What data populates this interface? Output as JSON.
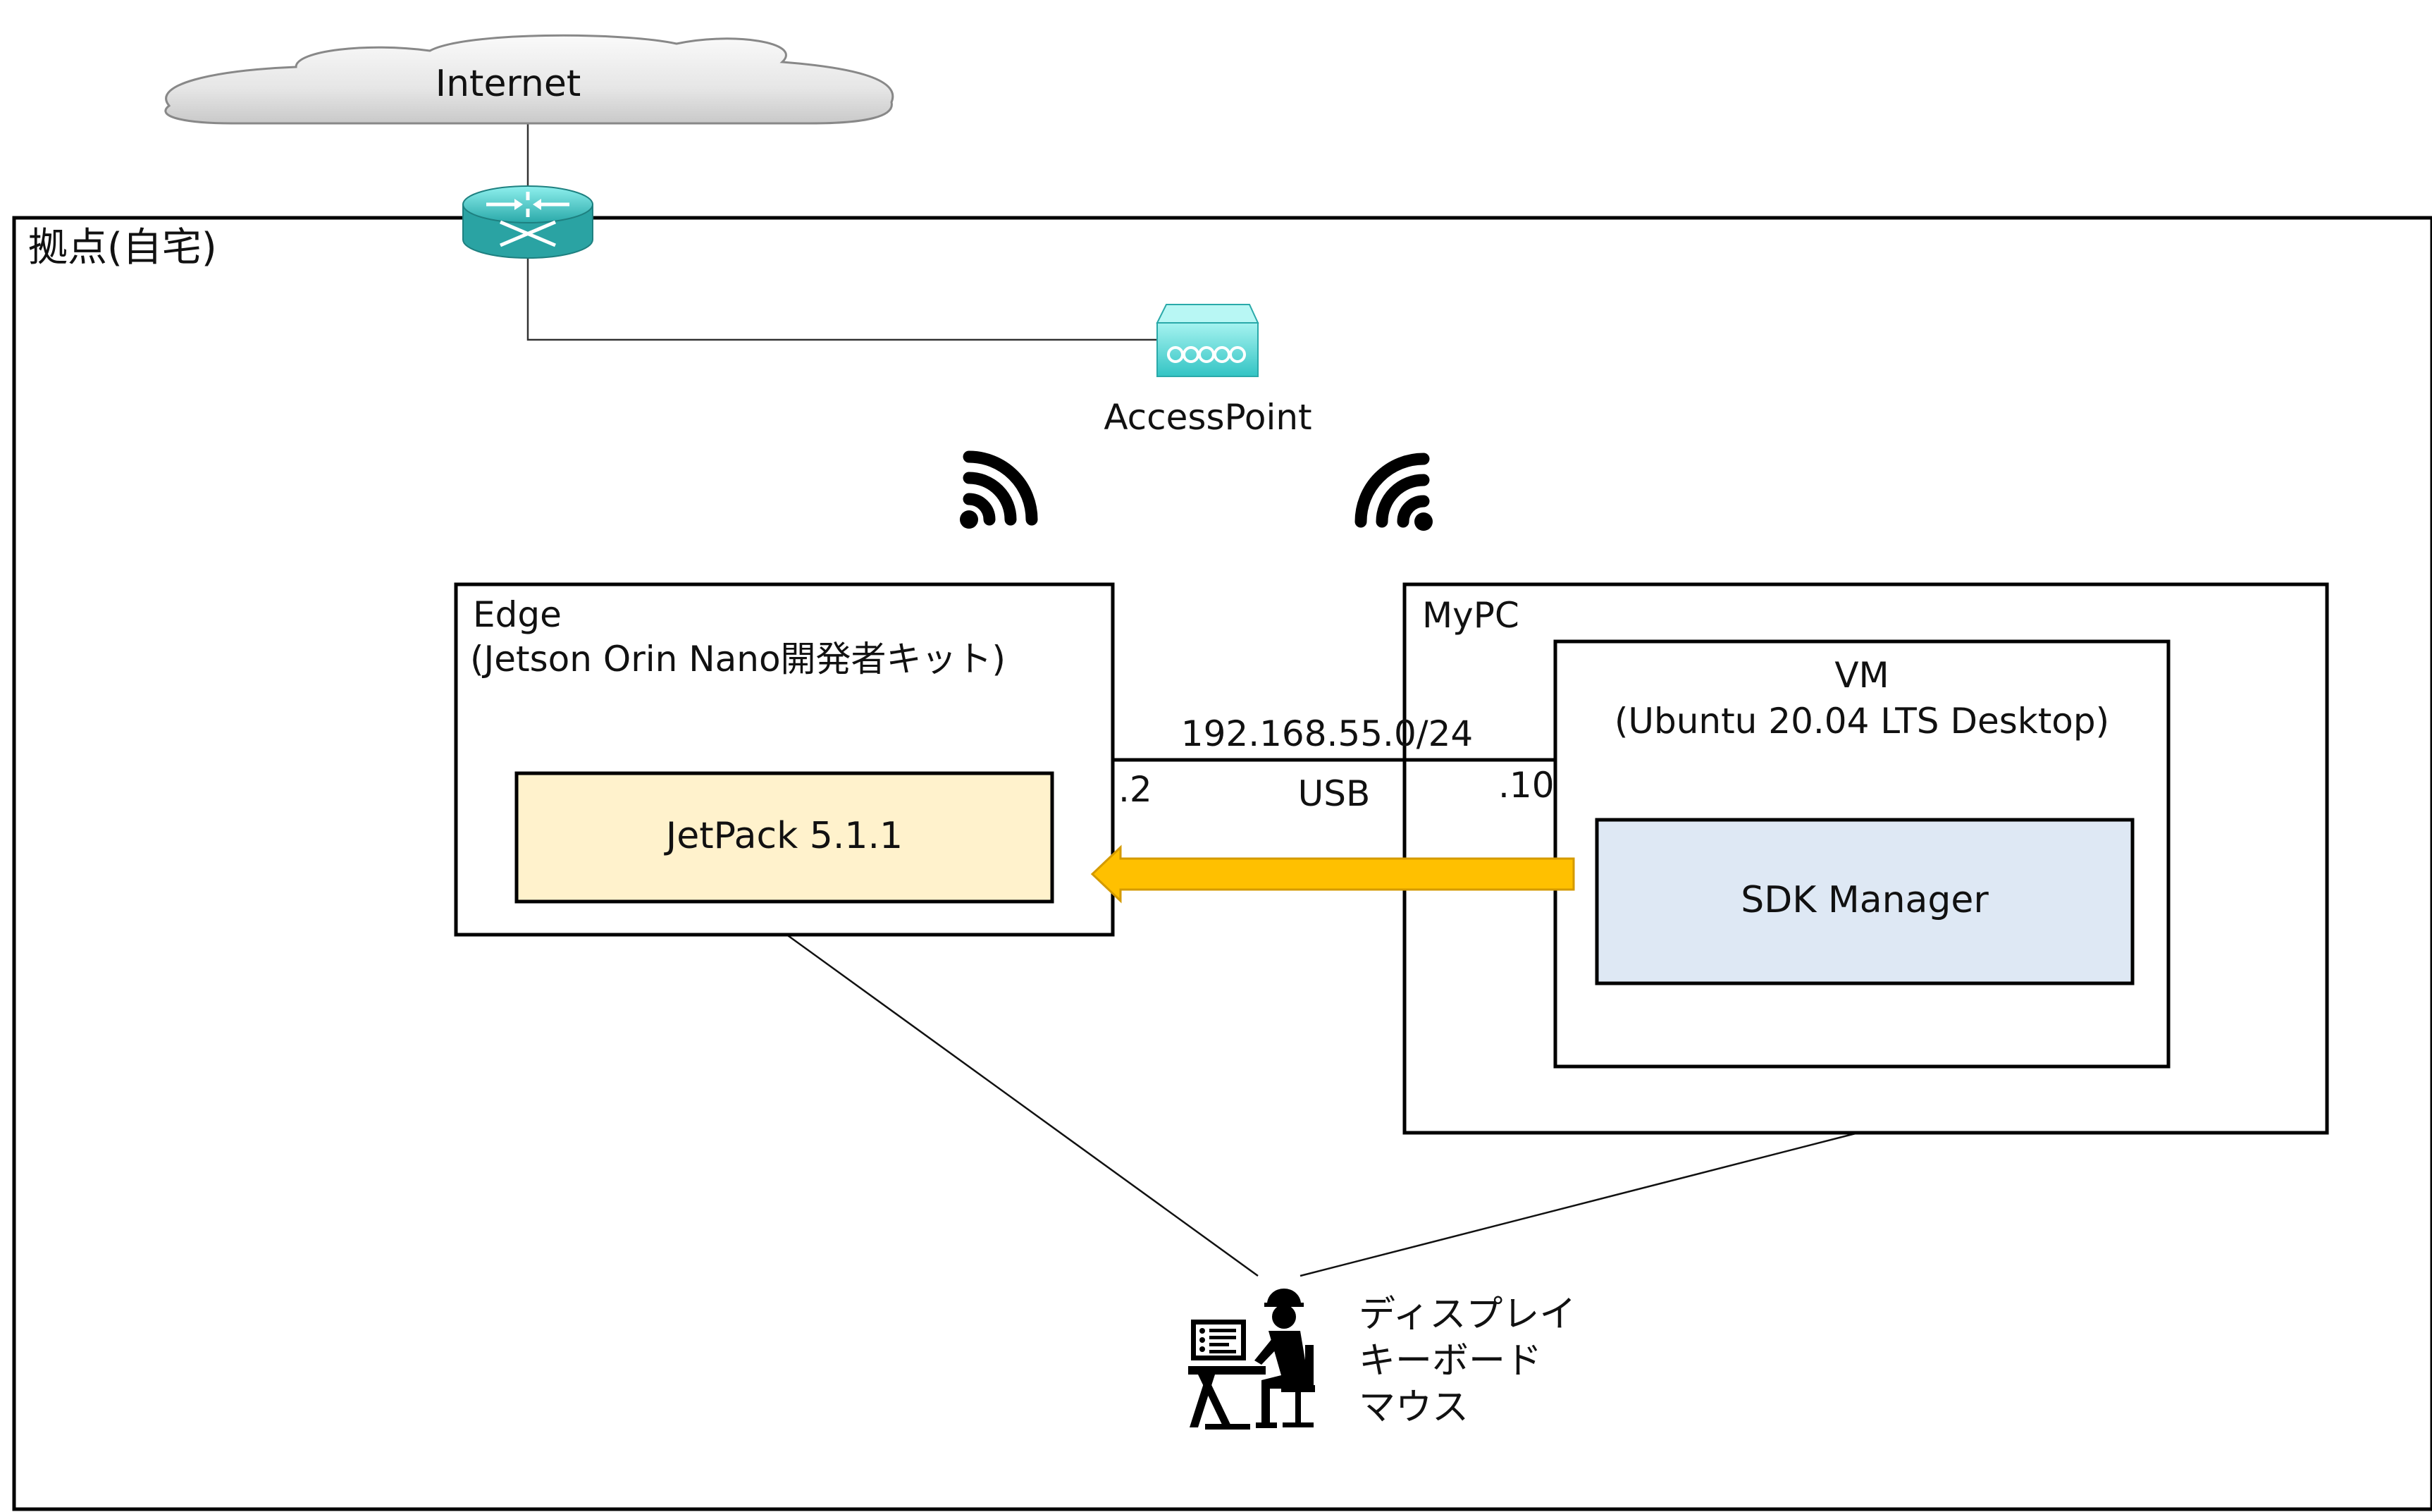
{
  "site_label": "拠点(自宅)",
  "internet": {
    "label": "Internet"
  },
  "router": {
    "icon": "router-icon",
    "color": "#3cc8c8"
  },
  "access_point": {
    "label": "AccessPoint",
    "icon": "access-point-icon",
    "color": "#3fcfcf"
  },
  "wifi_icons": [
    "wifi-signal-icon",
    "wifi-signal-icon"
  ],
  "edge": {
    "title": "Edge",
    "subtitle": "(Jetson Orin Nano開発者キット)",
    "software": {
      "label": "JetPack 5.1.1",
      "color": "#fff2cc"
    }
  },
  "mypc": {
    "title": "MyPC",
    "vm": {
      "title": "VM",
      "subtitle": "(Ubuntu 20.04 LTS Desktop)",
      "software": {
        "label": "SDK Manager",
        "color": "#dee8f4"
      }
    }
  },
  "usb_link": {
    "network": "192.168.55.0/24",
    "medium": "USB",
    "edge_host": ".2",
    "pc_host": ".10"
  },
  "flash_arrow": {
    "color": "#ffc000"
  },
  "operator": {
    "icon": "operator-at-workstation-icon",
    "lines": [
      "ディスプレイ",
      "キーボード",
      "マウス"
    ]
  }
}
